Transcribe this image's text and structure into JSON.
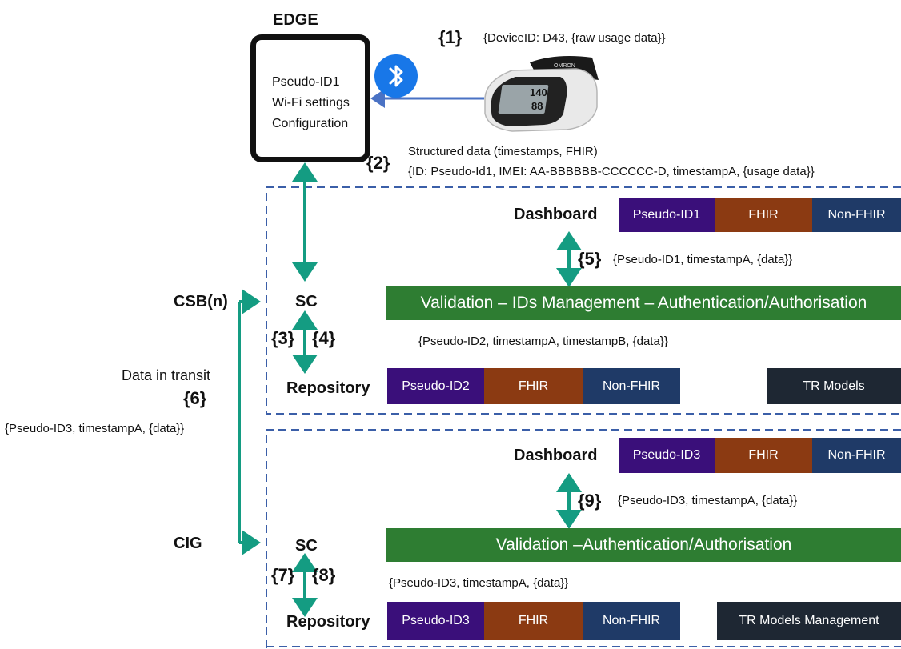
{
  "edge": {
    "title": "EDGE",
    "phone_lines": [
      "Pseudo-ID1",
      "Wi-Fi settings",
      "Configuration"
    ]
  },
  "device": {
    "step": "{1}",
    "payload": "{DeviceID: D43, {raw usage data}}",
    "screen_values": [
      "140",
      "88"
    ],
    "brand": "OMRON",
    "connection_icon": "bluetooth-icon"
  },
  "step2": {
    "label": "{2}",
    "line1": "Structured  data (timestamps, FHIR)",
    "line2": "{ID: Pseudo-Id1, IMEI: AA-BBBBBB-CCCCCC-D, timestampA, {usage data}}"
  },
  "csb": {
    "name": "CSB(n)",
    "dashboard": {
      "label": "Dashboard",
      "segments": [
        {
          "text": "Pseudo-ID1",
          "color": "#3a0f7a"
        },
        {
          "text": "FHIR",
          "color": "#8b3a12"
        },
        {
          "text": "Non-FHIR",
          "color": "#1f3a67"
        }
      ]
    },
    "step5": "{5}",
    "step5_payload": "{Pseudo-ID1, timestampA, {data}}",
    "validation": "Validation – IDs Management – Authentication/Authorisation",
    "sc": "SC",
    "step3": "{3}",
    "step4": "{4}",
    "step34_payload": "{Pseudo-ID2, timestampA, timestampB, {data}}",
    "repository": {
      "label": "Repository",
      "segments": [
        {
          "text": "Pseudo-ID2",
          "color": "#3a0f7a"
        },
        {
          "text": "FHIR",
          "color": "#8b3a12"
        },
        {
          "text": "Non-FHIR",
          "color": "#1f3a67"
        }
      ],
      "extra": {
        "text": "TR Models",
        "color": "#1e2733"
      }
    }
  },
  "transit": {
    "label": "Data in transit",
    "step": "{6}",
    "payload": "{Pseudo-ID3, timestampA, {data}}"
  },
  "cig": {
    "name": "CIG",
    "dashboard": {
      "label": "Dashboard",
      "segments": [
        {
          "text": "Pseudo-ID3",
          "color": "#3a0f7a"
        },
        {
          "text": "FHIR",
          "color": "#8b3a12"
        },
        {
          "text": "Non-FHIR",
          "color": "#1f3a67"
        }
      ]
    },
    "step9": "{9}",
    "step9_payload": "{Pseudo-ID3, timestampA, {data}}",
    "validation": "Validation –Authentication/Authorisation",
    "sc": "SC",
    "step7": "{7}",
    "step8": "{8}",
    "step78_payload": "{Pseudo-ID3, timestampA, {data}}",
    "repository": {
      "label": "Repository",
      "segments": [
        {
          "text": "Pseudo-ID3",
          "color": "#3a0f7a"
        },
        {
          "text": "FHIR",
          "color": "#8b3a12"
        },
        {
          "text": "Non-FHIR",
          "color": "#1f3a67"
        }
      ],
      "extra": {
        "text": "TR Models Management",
        "color": "#1e2733"
      }
    }
  },
  "colors": {
    "arrow_teal": "#149c82",
    "arrow_blue": "#4a72c4",
    "dashed": "#3b5fa8",
    "validation_bar": "#2e7d32"
  }
}
